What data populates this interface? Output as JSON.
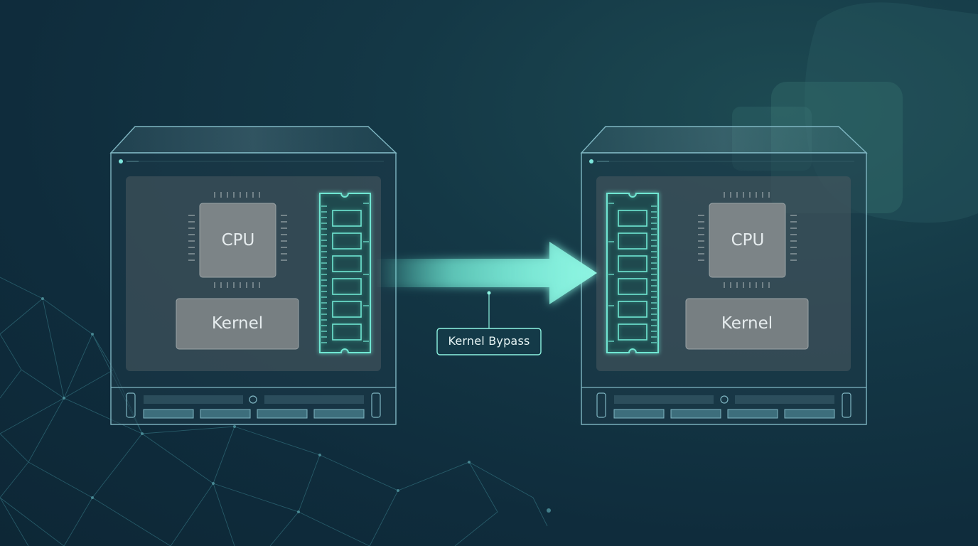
{
  "diagram": {
    "left_server": {
      "cpu_label": "CPU",
      "kernel_label": "Kernel"
    },
    "right_server": {
      "cpu_label": "CPU",
      "kernel_label": "Kernel"
    },
    "connector": {
      "label": "Kernel Bypass"
    }
  }
}
